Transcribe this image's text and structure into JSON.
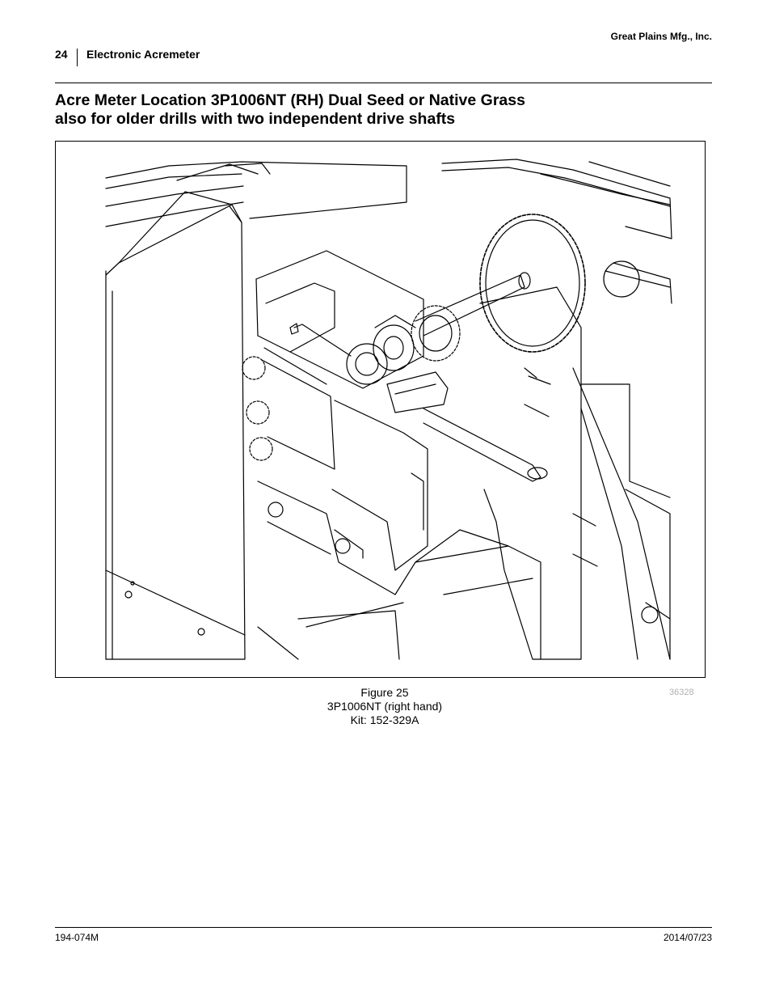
{
  "header": {
    "company": "Great Plains Mfg., Inc.",
    "page_number": "24",
    "section": "Electronic Acremeter"
  },
  "title": {
    "line1": "Acre Meter Location 3P1006NT (RH) Dual Seed or Native Grass",
    "line2": "also for older drills with two independent drive shafts"
  },
  "figure": {
    "illustration_id": "36328",
    "caption_line1": "Figure 25",
    "caption_line2": "3P1006NT (right hand)",
    "caption_line3": "Kit: 152-329A"
  },
  "footer": {
    "doc_id": "194-074M",
    "date": "2014/07/23"
  }
}
